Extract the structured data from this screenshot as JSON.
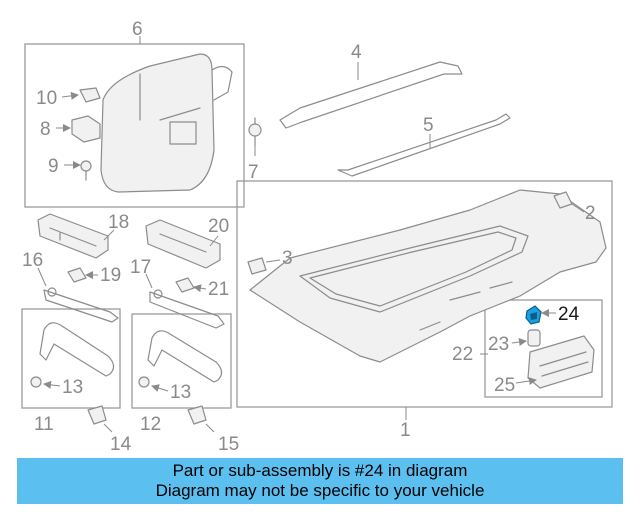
{
  "callouts": {
    "c1": "1",
    "c2": "2",
    "c3": "3",
    "c4": "4",
    "c5": "5",
    "c6": "6",
    "c7": "7",
    "c8": "8",
    "c9": "9",
    "c10": "10",
    "c11": "11",
    "c12": "12",
    "c13a": "13",
    "c13b": "13",
    "c14": "14",
    "c15": "15",
    "c16": "16",
    "c17": "17",
    "c18": "18",
    "c19": "19",
    "c20": "20",
    "c21": "21",
    "c22": "22",
    "c23": "23",
    "c24": "24",
    "c25": "25"
  },
  "highlight": {
    "part_number": "24",
    "color": "#1a9fe0"
  },
  "banner": {
    "line1": "Part or sub-assembly is #24 in diagram",
    "line2": "Diagram may not be specific to your vehicle",
    "color": "#5bc0f0"
  }
}
